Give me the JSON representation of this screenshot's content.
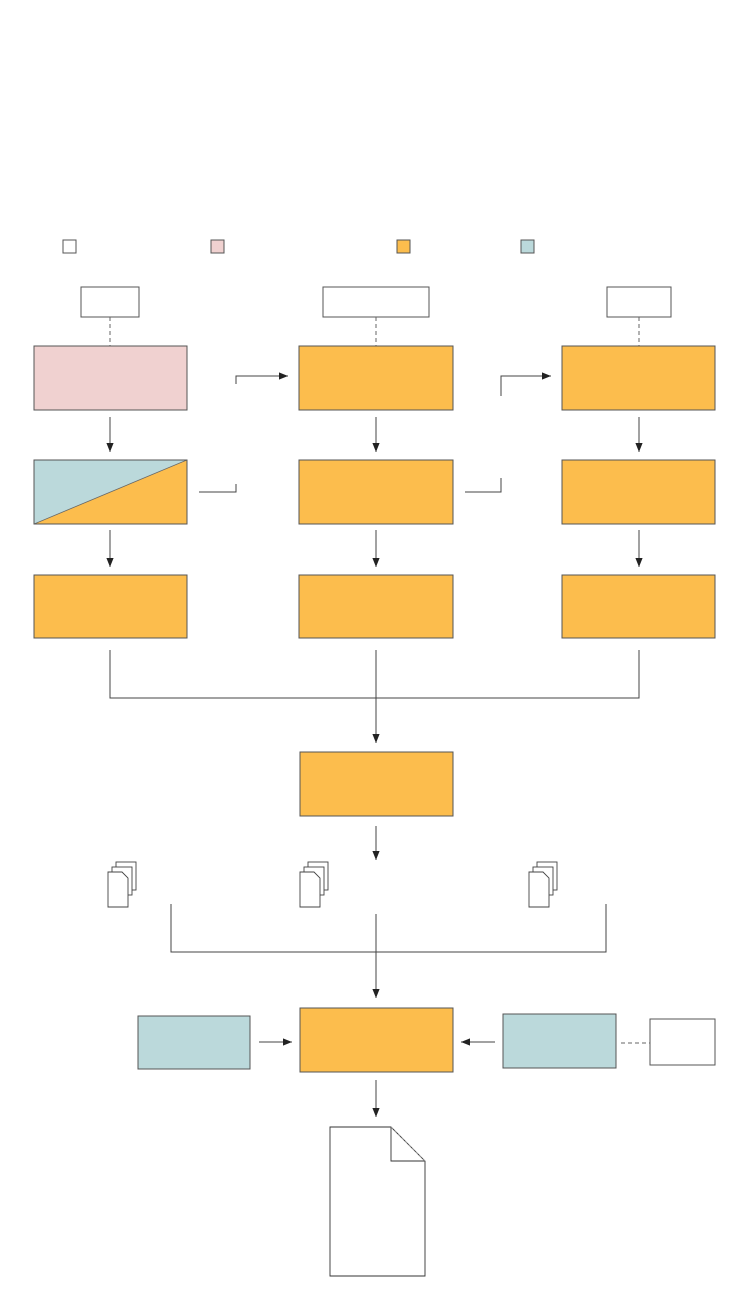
{
  "diagram": {
    "colors": {
      "legend_white": "#ffffff",
      "legend_pink": "#f0d1d0",
      "legend_orange": "#fcbd4d",
      "legend_teal": "#bbd9db",
      "stroke": "#555555"
    },
    "legend": [
      {
        "swatch": "white",
        "label": ""
      },
      {
        "swatch": "pink",
        "label": ""
      },
      {
        "swatch": "orange",
        "label": ""
      },
      {
        "swatch": "teal",
        "label": ""
      }
    ],
    "top_labels": [
      "",
      "",
      ""
    ],
    "columns": [
      {
        "steps": [
          "",
          "",
          ""
        ]
      },
      {
        "steps": [
          "",
          "",
          ""
        ]
      },
      {
        "steps": [
          "",
          "",
          ""
        ]
      }
    ],
    "merge_box": "",
    "document_stacks": [
      "",
      "",
      ""
    ],
    "final_box": "",
    "left_input": "",
    "right_input": "",
    "right_external": "",
    "output_document": ""
  }
}
